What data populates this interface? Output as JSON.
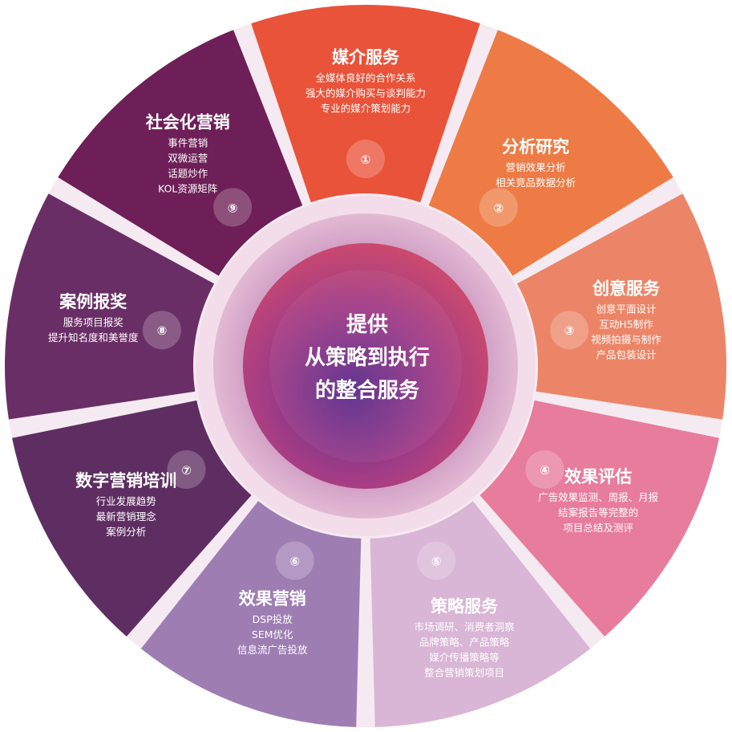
{
  "center": {
    "lines": [
      "提供",
      "从策略到执行",
      "的整合服务"
    ]
  },
  "segments": [
    {
      "number": "①",
      "title": "媒介服务",
      "lines": [
        "全媒体良好的合作关系",
        "强大的媒介购买与谈判能力",
        "专业的媒介策划能力"
      ],
      "color": "#E9533A"
    },
    {
      "number": "②",
      "title": "分析研究",
      "lines": [
        "营销效果分析",
        "相关竞品数据分析"
      ],
      "color": "#EE7B45"
    },
    {
      "number": "③",
      "title": "创意服务",
      "lines": [
        "创意平面设计",
        "互动H5制作",
        "视频拍摄与制作",
        "产品包装设计"
      ],
      "color": "#EC8567"
    },
    {
      "number": "④",
      "title": "效果评估",
      "lines": [
        "广告效果监测、周报、月报",
        "结案报告等完整的",
        "项目总结及测评"
      ],
      "color": "#E87C9D"
    },
    {
      "number": "⑤",
      "title": "策略服务",
      "lines": [
        "市场调研、消费者洞察",
        "品牌策略、产品策略",
        "媒介传播策略等",
        "整合营销策划项目"
      ],
      "color": "#D9B5D6"
    },
    {
      "number": "⑥",
      "title": "效果营销",
      "lines": [
        "DSP投放",
        "SEM优化",
        "信息流广告投放"
      ],
      "color": "#9E7DB3"
    },
    {
      "number": "⑦",
      "title": "数字营销培训",
      "lines": [
        "行业发展趋势",
        "最新营销理念",
        "案例分析"
      ],
      "color": "#5E2E62"
    },
    {
      "number": "⑧",
      "title": "案例报奖",
      "lines": [
        "服务项目报奖",
        "提升知名度和美誉度"
      ],
      "color": "#6A2E66"
    },
    {
      "number": "⑨",
      "title": "社会化营销",
      "lines": [
        "事件营销",
        "双微运营",
        "话题炒作",
        "KOL资源矩阵"
      ],
      "color": "#6E1F57"
    }
  ]
}
